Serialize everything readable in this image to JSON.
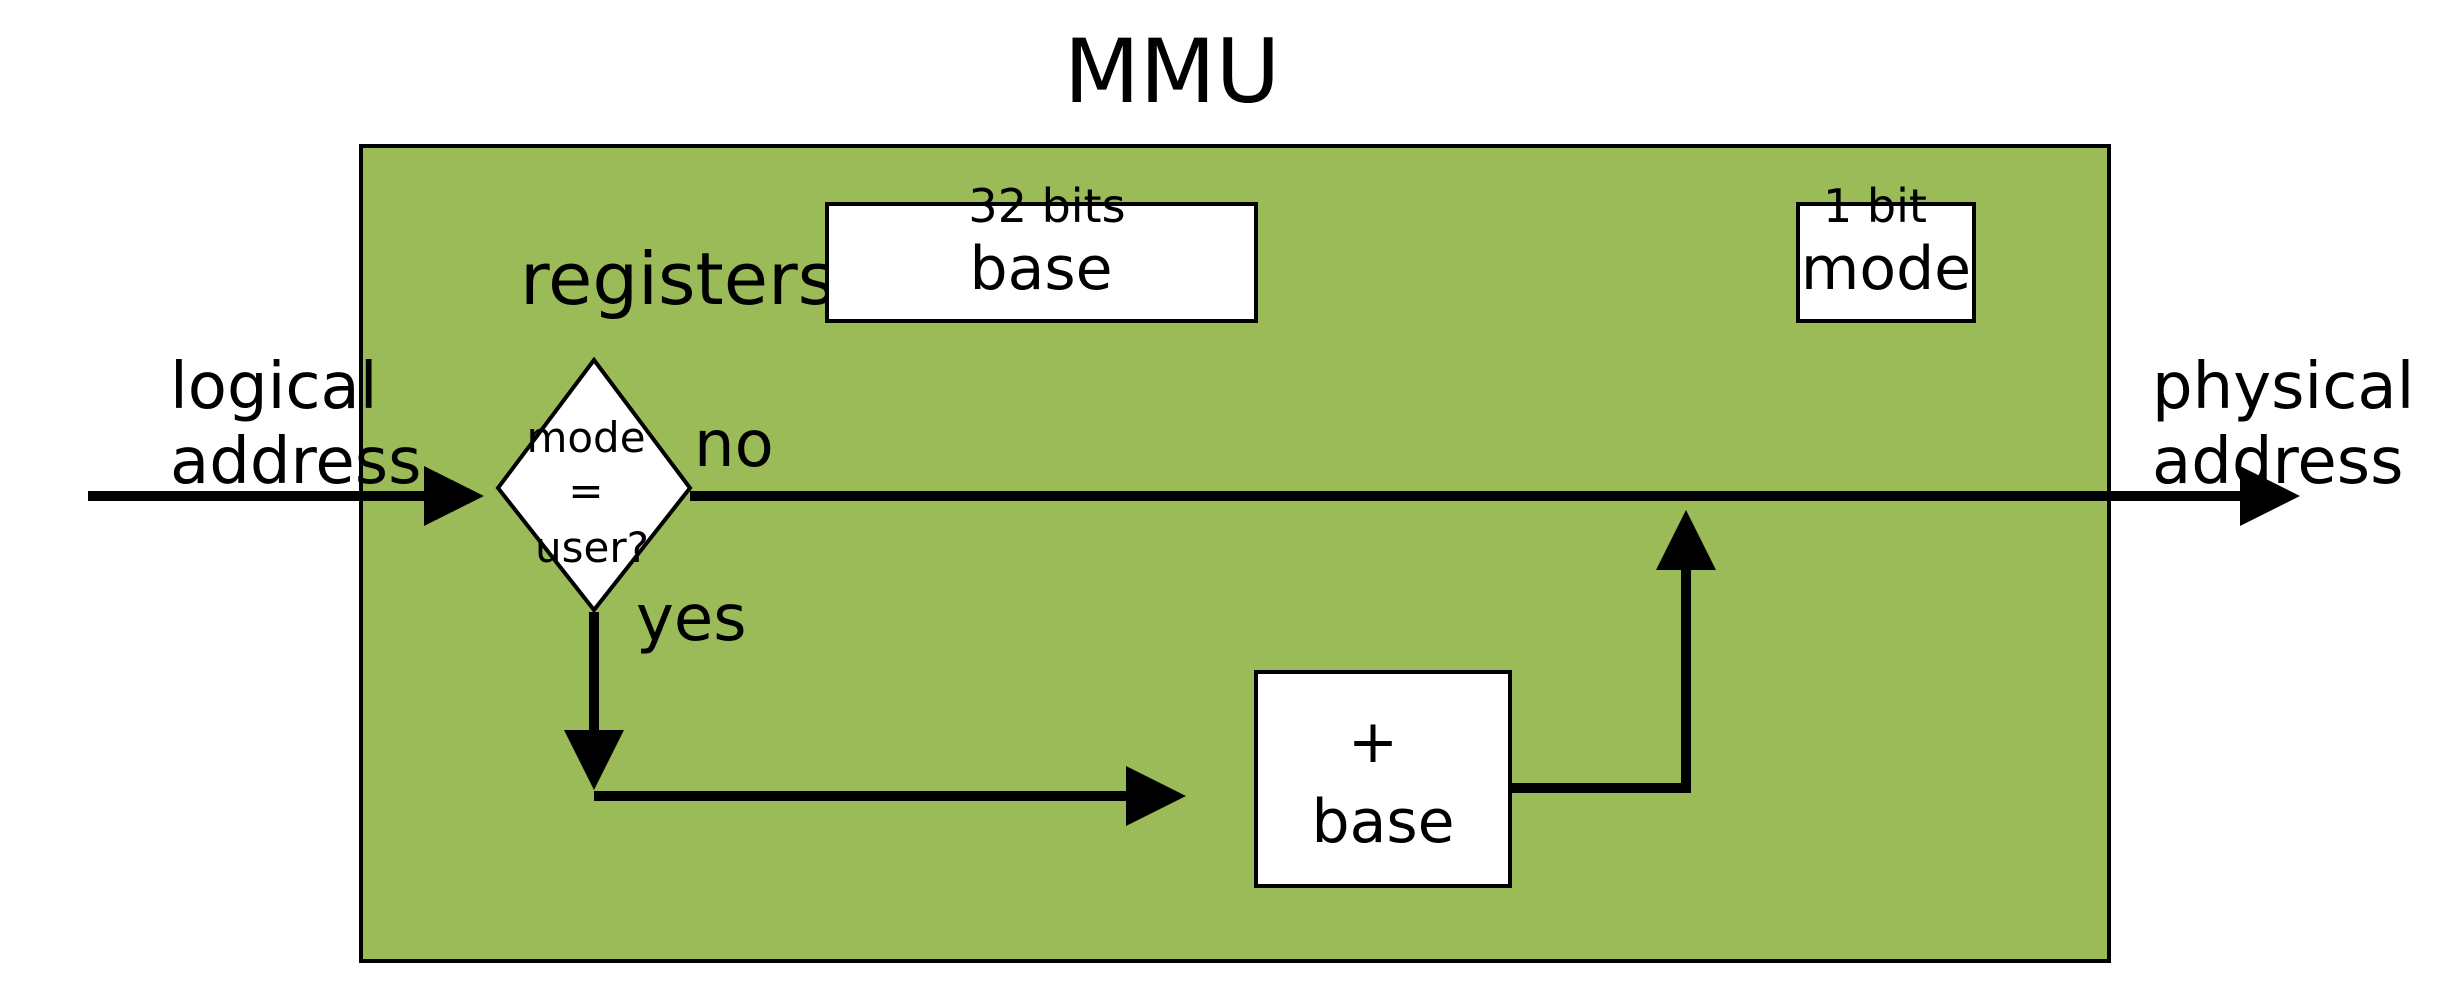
{
  "title": "MMU",
  "colors": {
    "mmu_fill": "#9BBB59",
    "stroke": "#000000",
    "box_fill": "#ffffff"
  },
  "registers_label": "registers",
  "base_register": {
    "size": "32 bits",
    "name": "base"
  },
  "mode_register": {
    "size": "1 bit",
    "name": "mode"
  },
  "input_label": {
    "line1": "logical",
    "line2": "address"
  },
  "output_label": {
    "line1": "physical",
    "line2": "address"
  },
  "decision": {
    "line1": "mode",
    "line2": "=",
    "line3": "user?",
    "yes_label": "yes",
    "no_label": "no"
  },
  "adder": {
    "line1": "+",
    "line2": "base"
  }
}
